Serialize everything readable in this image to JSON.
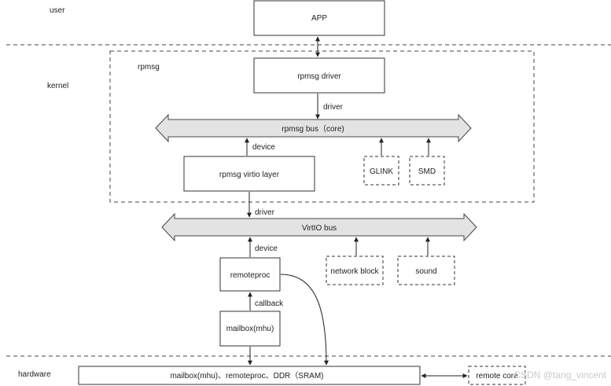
{
  "layers": {
    "user": "user",
    "kernel": "kernel",
    "hardware": "hardware"
  },
  "group": {
    "rpmsg": "rpmsg"
  },
  "boxes": {
    "app": "APP",
    "rpmsg_driver": "rpmsg driver",
    "rpmsg_virtio_layer": "rpmsg virtio layer",
    "glink": "GLINK",
    "smd": "SMD",
    "remoteproc": "remoteproc",
    "network_block": "network block",
    "sound": "sound",
    "mailbox": "mailbox(mhu)",
    "hardware_bar": "mailbox(mhu)、remoteproc、DDR（SRAM)",
    "remote_core": "remote core"
  },
  "buses": {
    "rpmsg_bus": "rpmsg bus（core)",
    "virtio_bus": "VirtIO bus"
  },
  "edge_labels": {
    "driver_1": "driver",
    "device_1": "device",
    "driver_2": "driver",
    "device_2": "device",
    "callback": "callback"
  },
  "watermark": "CSDN @tang_vincent"
}
